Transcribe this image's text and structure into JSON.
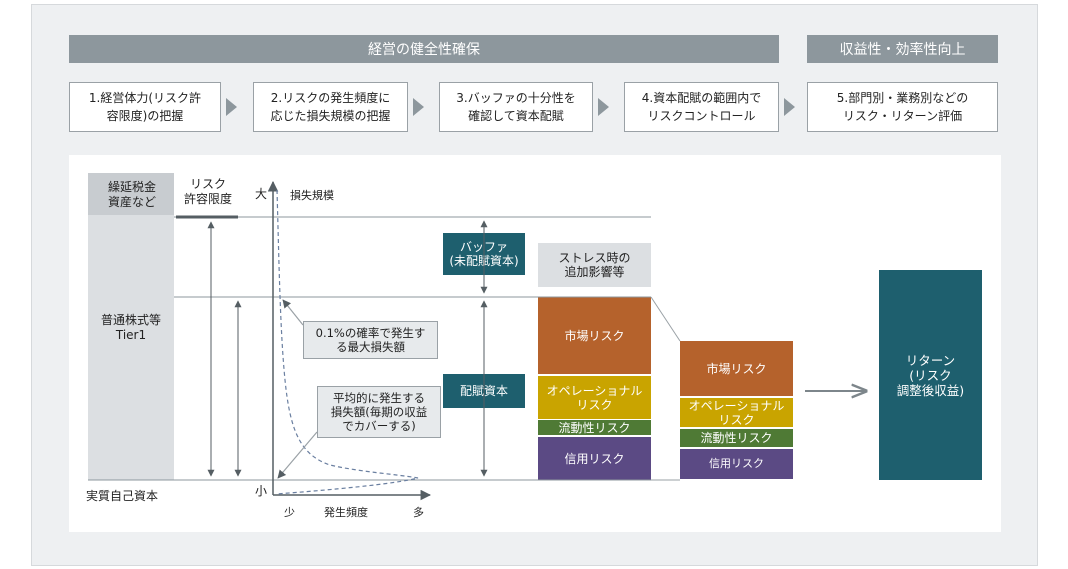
{
  "header": {
    "left_title": "経営の健全性確保",
    "right_title": "収益性・効率性向上"
  },
  "steps": [
    "1.経営体力(リスク許\n容限度)の把握",
    "2.リスクの発生頻度に\n応じた損失規模の把握",
    "3.バッファの十分性を\n確認して資本配賦",
    "4.資本配賦の範囲内で\nリスクコントロール",
    "5.部門別・業務別などの\nリスク・リターン評価"
  ],
  "capital": {
    "dta": "繰延税金\n資産など",
    "tier1": "普通株式等\nTier1",
    "real_capital": "実質自己資本",
    "risk_tolerance": "リスク\n許容限度"
  },
  "graph": {
    "y_large": "大",
    "y_small": "小",
    "y_label": "損失規模",
    "x_small": "少",
    "x_label": "発生頻度",
    "x_large": "多",
    "callout_max": "0.1%の確率で発生す\nる最大損失額",
    "callout_avg": "平均的に発生する\n損失額(毎期の収益\nでカバーする)"
  },
  "allocation": {
    "buffer": "バッファ\n(未配賦資本)",
    "allocated": "配賦資本",
    "stress": "ストレス時の\n追加影響等"
  },
  "risks_large": {
    "market": "市場リスク",
    "operational": "オペレーショナル\nリスク",
    "liquidity": "流動性リスク",
    "credit": "信用リスク"
  },
  "risks_small": {
    "market": "市場リスク",
    "operational": "オペレーショナル\nリスク",
    "liquidity": "流動性リスク",
    "credit": "信用リスク"
  },
  "return_box": "リターン\n(リスク\n調整後収益)",
  "colors": {
    "header_bar": "#8d979d",
    "teal": "#1e5f6e",
    "market": "#b5622c",
    "operational": "#c9a400",
    "liquidity": "#4f7a35",
    "credit": "#5b4a84",
    "capital_column": "#dcdfe2"
  }
}
